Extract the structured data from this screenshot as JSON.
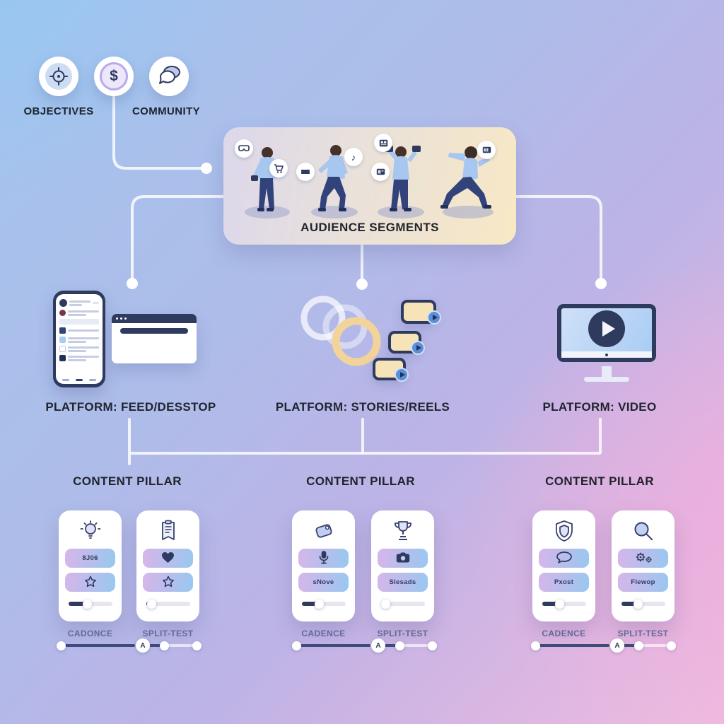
{
  "colors": {
    "accent_navy": "#2e3a5e",
    "light_blue": "#a9c9f1",
    "cream": "#f7e3b8",
    "button_gradient_left": "#d7b6e9",
    "button_gradient_right": "#97c8f0",
    "connector": "#ffffff",
    "bg_top_left": "#a3c5ee",
    "bg_bottom_right": "#eebde0"
  },
  "top_icons": {
    "objectives_label": "OBJECTIVES",
    "community_label": "COMMUNITY",
    "icons": [
      "target-icon",
      "dollar-icon",
      "chat-bubbles-icon"
    ],
    "dollar_glyph": "$"
  },
  "audience": {
    "label": "AUDIENCE SEGMENTS",
    "figures": [
      {
        "badges": [
          "vr-goggles-icon",
          "shopping-cart-icon"
        ]
      },
      {
        "badges": [
          "ticket-icon",
          "music-note-icon"
        ]
      },
      {
        "badges": [
          "film-icon",
          "media-card-icon"
        ]
      },
      {
        "badges": [
          "video-clip-icon"
        ]
      }
    ],
    "music_note_glyph": "♪"
  },
  "platforms": [
    {
      "label": "PLATFORM: FEED/DESSTOP",
      "illustration": "phone-feed-and-browser"
    },
    {
      "label": "PLATFORM: STORIES/REELS",
      "illustration": "story-rings-and-reel-cards"
    },
    {
      "label": "PLATFORM: VIDEO",
      "illustration": "desktop-video-player"
    }
  ],
  "pillars": [
    {
      "title": "CONTENT PILLAR",
      "ab_marker": "A",
      "cards": [
        {
          "icon": "lightbulb-icon",
          "button1": {
            "type": "text",
            "text": "8J06"
          },
          "button2": {
            "type": "icon",
            "icon": "star-icon"
          },
          "progress_pct": 42,
          "label": "CADONCE"
        },
        {
          "icon": "clipboard-icon",
          "button1": {
            "type": "icon",
            "icon": "heart-icon"
          },
          "button2": {
            "type": "icon",
            "icon": "star-icon"
          },
          "progress_pct": 12,
          "label": "SPLIT-TEST"
        }
      ]
    },
    {
      "title": "CONTENT PILLAR",
      "ab_marker": "A",
      "cards": [
        {
          "icon": "tag-icon",
          "button1": {
            "type": "icon",
            "icon": "microphone-icon"
          },
          "button2": {
            "type": "text",
            "text": "sNove"
          },
          "progress_pct": 40,
          "label": "CADENCE"
        },
        {
          "icon": "trophy-icon",
          "button1": {
            "type": "icon",
            "icon": "camera-icon"
          },
          "button2": {
            "type": "text",
            "text": "Slesads"
          },
          "progress_pct": 10,
          "label": "SPLIT-TEST"
        }
      ]
    },
    {
      "title": "CONTENT PILLAR",
      "ab_marker": "A",
      "cards": [
        {
          "icon": "shield-icon",
          "button1": {
            "type": "icon",
            "icon": "speech-bubble-icon"
          },
          "button2": {
            "type": "text",
            "text": "Pxost"
          },
          "progress_pct": 40,
          "label": "CADENCE"
        },
        {
          "icon": "magnifier-icon",
          "button1": {
            "type": "icon",
            "icon": "gears-icon"
          },
          "button2": {
            "type": "text",
            "text": "Flewop"
          },
          "progress_pct": 38,
          "label": "SPLIT-TEST"
        }
      ]
    }
  ]
}
